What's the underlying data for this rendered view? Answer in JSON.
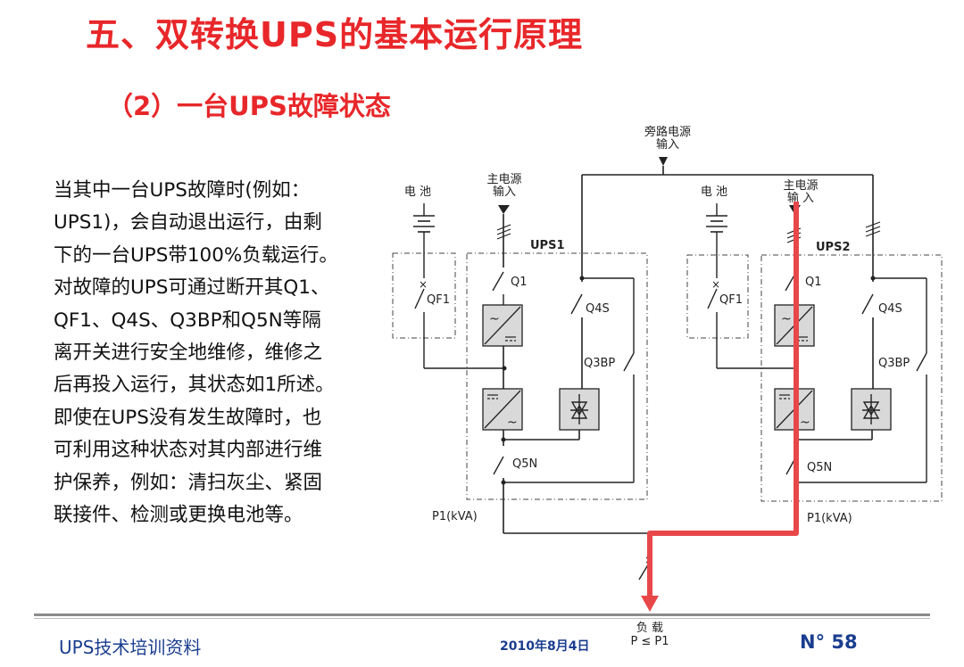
{
  "slide": {
    "title": "五、双转换UPS的基本运行原理",
    "subtitle": "（2）一台UPS故障状态",
    "body_lines": [
      "当其中一台UPS故障时(例如：",
      "UPS1)，会自动退出运行，由剩",
      "下的一台UPS带100%负载运行。",
      "对故障的UPS可通过断开其Q1、",
      "QF1、Q4S、Q3BP和Q5N等隔",
      "离开关进行安全地维修，维修之",
      "后再投入运行，其状态如1所述。",
      "即使在UPS没有发生故障时，也",
      "可利用这种状态对其内部进行维",
      "护保养，例如：清扫灰尘、紧固",
      "联接件、检测或更换电池等。"
    ]
  },
  "diagram": {
    "bypass_input_line1": "旁路电源",
    "bypass_input_line2": "输入",
    "ups1": {
      "name": "UPS1",
      "battery": "电 池",
      "main_input_line1": "主电源",
      "main_input_line2": "输入",
      "qf1": "QF1",
      "q1": "Q1",
      "q4s": "Q4S",
      "q3bp": "Q3BP",
      "q5n": "Q5N",
      "power": "P1(kVA)"
    },
    "ups2": {
      "name": "UPS2",
      "battery": "电 池",
      "main_input_line1": "主电源",
      "main_input_line2": "输 入",
      "qf1": "QF1",
      "q1": "Q1",
      "q4s": "Q4S",
      "q3bp": "Q3BP",
      "q5n": "Q5N",
      "power": "P1(kVA)"
    },
    "load_line1": "负 载",
    "load_line2": "P ≤ P1",
    "colors": {
      "power_flow": "#e8474a",
      "line": "#222222",
      "box_fill": "#d9d9d9",
      "title": "#e8272a",
      "footer": "#1a3d8f"
    }
  },
  "footer": {
    "left": "UPS技术培训资料",
    "date": "2010年8月4日",
    "page": "N° 58"
  }
}
